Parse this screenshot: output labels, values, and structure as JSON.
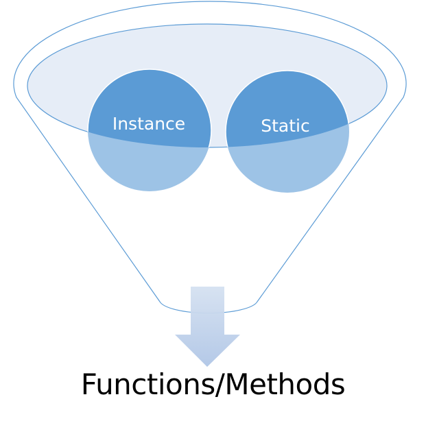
{
  "diagram": {
    "type": "funnel",
    "inputs": [
      "Instance",
      "Static"
    ],
    "output": "Functions/Methods",
    "colors": {
      "stroke": "#5b9bd5",
      "rim_fill": "#e6edf7",
      "circle_dark": "#5b9bd5",
      "circle_light": "#9dc3e6",
      "arrow_light": "#d5e1f1",
      "arrow_dark": "#b4c7e7"
    }
  }
}
